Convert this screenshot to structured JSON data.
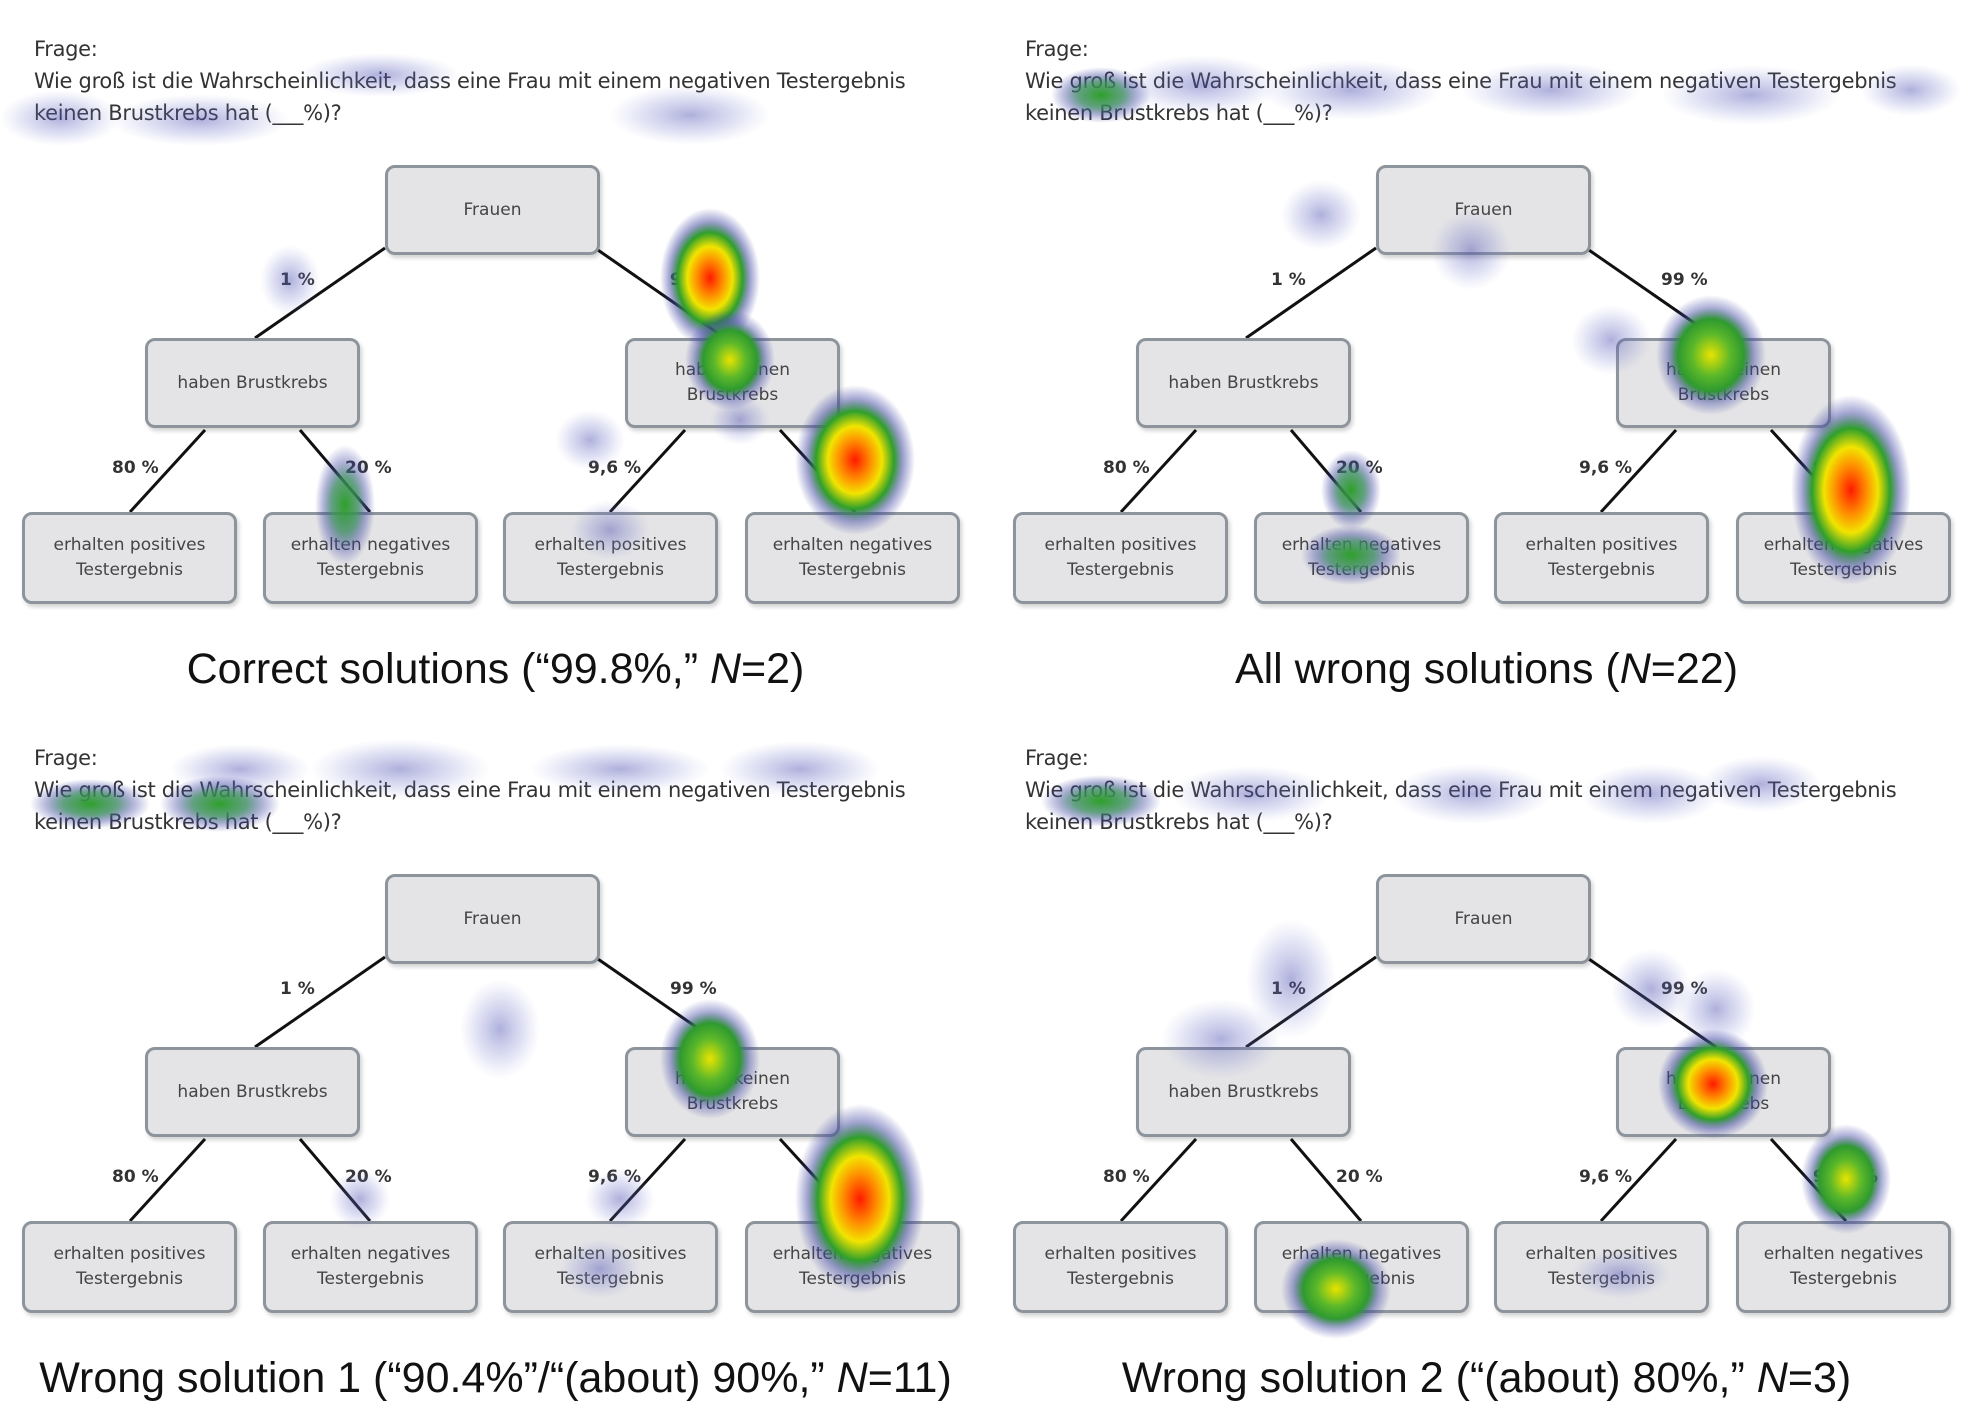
{
  "question": {
    "label": "Frage:",
    "line1": "Wie groß ist die Wahrscheinlichkeit, dass eine Frau mit einem negativen Testergebnis",
    "line2": "keinen Brustkrebs hat (___%)?"
  },
  "tree": {
    "root": "Frauen",
    "left_mid": "haben Brustkrebs",
    "right_mid": "haben keinen Brustkrebs",
    "leaf_pos": "erhalten positives Testergebnis",
    "leaf_neg": "erhalten negatives Testergebnis",
    "p_left": "1 %",
    "p_right": "99 %",
    "p_ll": "80 %",
    "p_lr": "20 %",
    "p_rl": "9,6 %",
    "p_rr": "90,4 %"
  },
  "panels": [
    {
      "id": "correct",
      "caption_pre": "Correct solutions (“99.8%,” ",
      "n_label": "N",
      "caption_post": "=2)"
    },
    {
      "id": "all-wrong",
      "caption_pre": "All wrong solutions (",
      "n_label": "N",
      "caption_post": "=22)"
    },
    {
      "id": "wrong-1",
      "caption_pre": "Wrong solution 1 (“90.4%”/“(about) 90%,” ",
      "n_label": "N",
      "caption_post": "=11)"
    },
    {
      "id": "wrong-2",
      "caption_pre": "Wrong solution 2 (“(about) 80%,” ",
      "n_label": "N",
      "caption_post": "=3)"
    }
  ],
  "colors": {
    "heat_low": "#3a3fa0",
    "heat_mid": "#2fa02a",
    "heat_high": "#ffe400",
    "heat_peak": "#ff1a00"
  }
}
